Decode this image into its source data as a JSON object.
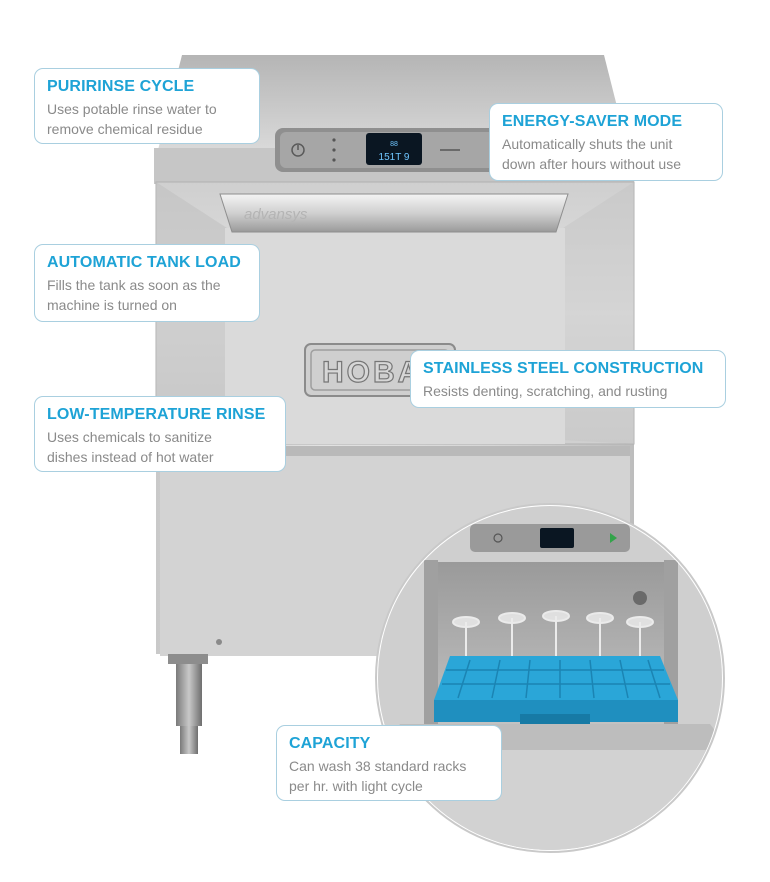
{
  "product": {
    "brand_badge": "HOBART",
    "model_script": "advansys",
    "display_line1": "88",
    "display_line2": "151T 9"
  },
  "callouts": {
    "puririnse": {
      "title": "PURIRINSE CYCLE",
      "line1": "Uses potable rinse water to",
      "line2": "remove chemical residue"
    },
    "energy": {
      "title": "ENERGY-SAVER MODE",
      "line1": "Automatically shuts the unit",
      "line2": "down after hours without use"
    },
    "tank": {
      "title": "AUTOMATIC TANK LOAD",
      "line1": "Fills the tank as soon as the",
      "line2": "machine is turned on"
    },
    "steel": {
      "title": "STAINLESS STEEL CONSTRUCTION",
      "line1": "Resists denting, scratching, and rusting"
    },
    "lowtemp": {
      "title": "LOW-TEMPERATURE RINSE",
      "line1": "Uses chemicals to sanitize",
      "line2": "dishes instead of hot water"
    },
    "capacity": {
      "title": "CAPACITY",
      "line1": "Can wash 38 standard racks",
      "line2": "per hr. with light cycle"
    }
  },
  "colors": {
    "accent": "#1ea3d6",
    "callout_border": "#a9cfe0",
    "rack_blue": "#2aa6d8",
    "steel_light": "#d9d9d9",
    "steel_dark": "#a8a8a8"
  }
}
